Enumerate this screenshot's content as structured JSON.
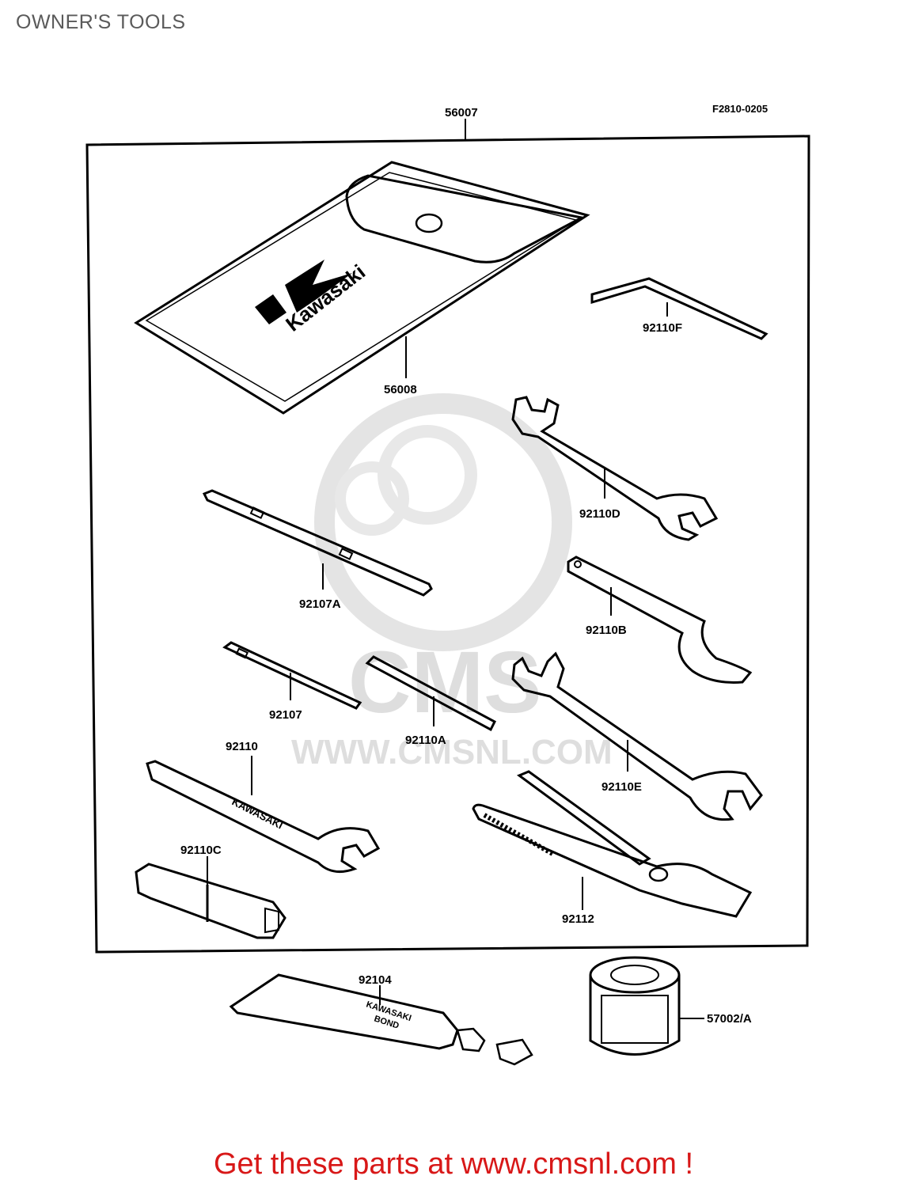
{
  "page": {
    "title": "OWNER'S TOOLS"
  },
  "diagram": {
    "figure_code": "F2810-0205",
    "watermark": {
      "logo_text": "CMS",
      "url_text": "WWW.CMSNL.COM"
    },
    "parts": [
      {
        "id": "56007",
        "label": "56007",
        "description": "tool kit outline"
      },
      {
        "id": "56008",
        "label": "56008",
        "description": "tool bag",
        "brand_text": "Kawasaki"
      },
      {
        "id": "92110F",
        "label": "92110F"
      },
      {
        "id": "92110D",
        "label": "92110D"
      },
      {
        "id": "92107A",
        "label": "92107A"
      },
      {
        "id": "92110B",
        "label": "92110B"
      },
      {
        "id": "92107",
        "label": "92107"
      },
      {
        "id": "92110A",
        "label": "92110A"
      },
      {
        "id": "92110E",
        "label": "92110E"
      },
      {
        "id": "92110",
        "label": "92110",
        "stamp_text": "KAWASAKI"
      },
      {
        "id": "92110C",
        "label": "92110C"
      },
      {
        "id": "92112",
        "label": "92112"
      },
      {
        "id": "92104",
        "label": "92104",
        "tube_text": [
          "KAWASAKI",
          "BOND"
        ]
      },
      {
        "id": "57002/A",
        "label": "57002/A"
      }
    ]
  },
  "footer": {
    "text": "Get these parts at www.cmsnl.com !",
    "color": "#d81818"
  }
}
